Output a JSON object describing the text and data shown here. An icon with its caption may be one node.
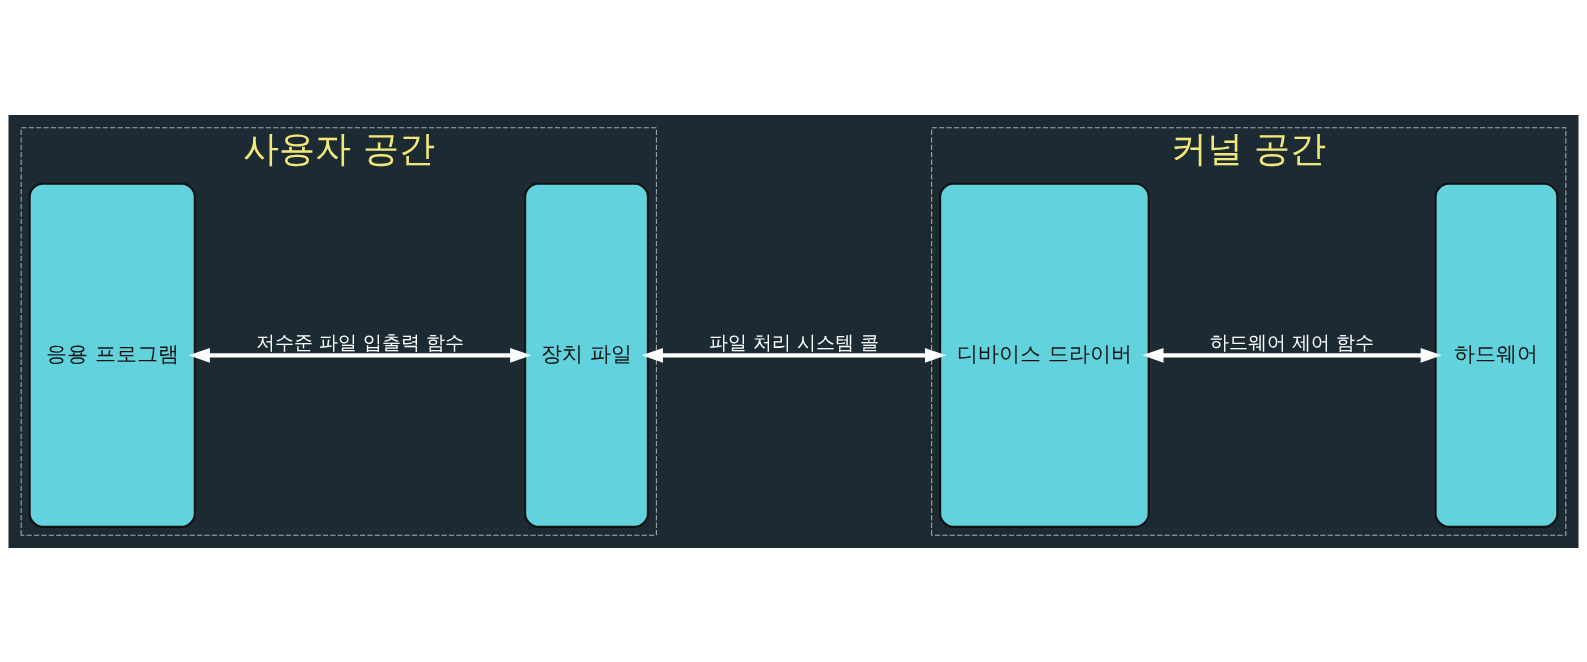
{
  "diagram": {
    "nodes": [
      {
        "text": [
          "사용자 공간"
        ]
      },
      {
        "text": [
          "응용 프로그램"
        ],
        "in": 0
      },
      {
        "text": [
          "장치 파일"
        ],
        "in": 0
      },
      {
        "text": [
          "커널 공간"
        ]
      },
      {
        "text": [
          "디바이스 드라이버"
        ],
        "in": 3
      },
      {
        "text": [
          "하드웨어"
        ],
        "in": 3
      }
    ],
    "edges": [
      {
        "from": 1,
        "to": 2,
        "arrow": "both",
        "label": "저수준 파일 입출력 함수"
      },
      {
        "from": 2,
        "to": 4,
        "arrow": "both",
        "label": "파일 처리 시스템 콜"
      },
      {
        "from": 4,
        "to": 5,
        "arrow": "both",
        "label": "하드웨어 제어 함수"
      }
    ]
  }
}
